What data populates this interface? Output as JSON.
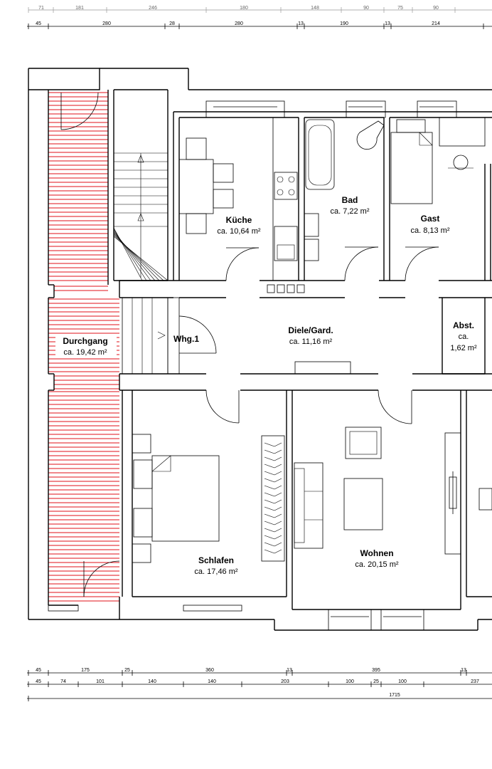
{
  "dimensions": {
    "top_faded": [
      "71",
      "181",
      "246",
      "180",
      "148",
      "90",
      "75",
      "90"
    ],
    "top_row": [
      "45",
      "280",
      "28",
      "280",
      "13",
      "190",
      "13",
      "214"
    ],
    "bottom_row1": [
      "45",
      "175",
      "25",
      "360",
      "13",
      "395",
      "13"
    ],
    "bottom_row2": [
      "45",
      "74",
      "101",
      "140",
      "140",
      "203",
      "100",
      "25",
      "100",
      "237"
    ],
    "bottom_total": "1715"
  },
  "rooms": {
    "kueche": {
      "name": "Küche",
      "area": "ca. 10,64 m²"
    },
    "bad": {
      "name": "Bad",
      "area": "ca. 7,22 m²"
    },
    "gast": {
      "name": "Gast",
      "area": "ca. 8,13 m²"
    },
    "abst": {
      "name": "Abst.",
      "area1": "ca.",
      "area2": "1,62 m²"
    },
    "diele": {
      "name": "Diele/Gard.",
      "area": "ca. 11,16 m²"
    },
    "durchgang": {
      "name": "Durchgang",
      "area": "ca. 19,42 m²"
    },
    "schlafen": {
      "name": "Schlafen",
      "area": "ca. 17,46 m²"
    },
    "wohnen": {
      "name": "Wohnen",
      "area": "ca. 20,15 m²"
    }
  },
  "unit_label": "Whg.1",
  "colors": {
    "hatch": "#e0101a",
    "walls": "#000000",
    "background": "#ffffff"
  }
}
